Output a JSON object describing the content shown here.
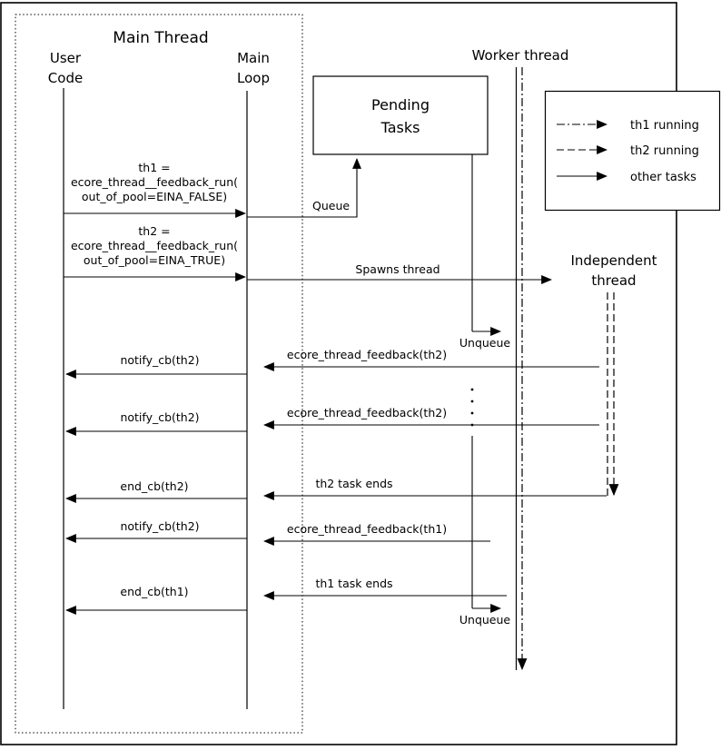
{
  "colors": {
    "ink": "#000000",
    "background": "#ffffff"
  },
  "main_thread": {
    "title": "Main Thread"
  },
  "lifelines": {
    "user_code": {
      "line1": "User",
      "line2": "Code"
    },
    "main_loop": {
      "line1": "Main",
      "line2": "Loop"
    },
    "worker_thread": {
      "label": "Worker thread"
    },
    "independent_thread": {
      "line1": "Independent",
      "line2": "thread"
    }
  },
  "pending_tasks": {
    "line1": "Pending",
    "line2": "Tasks"
  },
  "legend": {
    "items": [
      {
        "label": "th1 running",
        "line_style": "dash-dot"
      },
      {
        "label": "th2 running",
        "line_style": "dashed"
      },
      {
        "label": "other tasks",
        "line_style": "solid"
      }
    ]
  },
  "messages": {
    "th1_run": {
      "line1": "th1 =",
      "line2": "ecore_thread__feedback_run(",
      "line3": "out_of_pool=EINA_FALSE)"
    },
    "queue": {
      "label": "Queue"
    },
    "th2_run": {
      "line1": "th2 =",
      "line2": "ecore_thread__feedback_run(",
      "line3": "out_of_pool=EINA_TRUE)"
    },
    "spawns_thread": {
      "label": "Spawns thread"
    },
    "unqueue_1": {
      "label": "Unqueue"
    },
    "feedback_th2_1": {
      "label": "ecore_thread_feedback(th2)"
    },
    "notify_cb_1": {
      "label": "notify_cb(th2)"
    },
    "feedback_th2_2": {
      "label": "ecore_thread_feedback(th2)"
    },
    "notify_cb_2": {
      "label": "notify_cb(th2)"
    },
    "th2_task_ends": {
      "label": "th2 task ends"
    },
    "end_cb_th2": {
      "label": "end_cb(th2)"
    },
    "feedback_th1": {
      "label": "ecore_thread_feedback(th1)"
    },
    "notify_cb_3": {
      "label": "notify_cb(th2)"
    },
    "th1_task_ends": {
      "label": "th1 task ends"
    },
    "end_cb_th1": {
      "label": "end_cb(th1)"
    },
    "unqueue_2": {
      "label": "Unqueue"
    }
  }
}
